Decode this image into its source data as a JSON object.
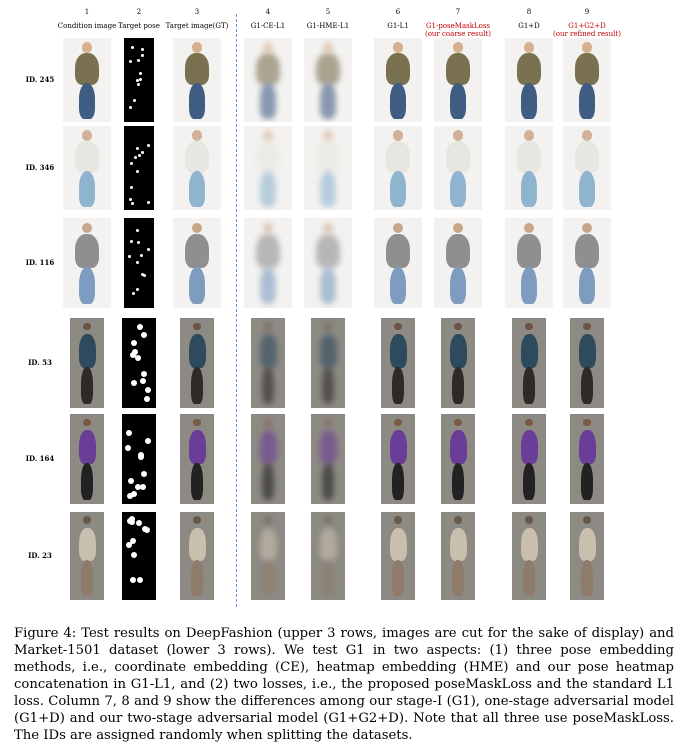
{
  "columns": [
    {
      "num": "1",
      "label": "Condition image",
      "red": false
    },
    {
      "num": "2",
      "label": "Target pose",
      "red": false
    },
    {
      "num": "3",
      "label": "Target image(GT)",
      "red": false
    },
    {
      "num": "4",
      "label": "G1-CE-L1",
      "red": false
    },
    {
      "num": "5",
      "label": "G1-HME-L1",
      "red": false
    },
    {
      "num": "6",
      "label": "G1-L1",
      "red": false
    },
    {
      "num": "7",
      "label": "G1-poseMaskLoss",
      "sub": "(our coarse result)",
      "red": true
    },
    {
      "num": "8",
      "label": "G1+D",
      "red": false
    },
    {
      "num": "9",
      "label": "G1+G2+D",
      "sub": "(our refined result)",
      "red": true
    }
  ],
  "rows": [
    {
      "id": "ID. 245",
      "dataset": "deepfashion"
    },
    {
      "id": "ID. 346",
      "dataset": "deepfashion"
    },
    {
      "id": "ID. 116",
      "dataset": "deepfashion"
    },
    {
      "id": "ID. 53",
      "dataset": "market1501"
    },
    {
      "id": "ID. 164",
      "dataset": "market1501"
    },
    {
      "id": "ID. 23",
      "dataset": "market1501"
    }
  ],
  "caption": "Figure 4: Test results on DeepFashion (upper 3 rows, images are cut for the sake of display) and Market-1501 dataset (lower 3 rows). We test G1 in two aspects: (1) three pose embedding methods, i.e., coordinate embedding (CE), heatmap embedding (HME) and our pose heatmap concatenation in G1-L1, and (2) two losses, i.e., the proposed poseMaskLoss and the standard L1 loss. Column 7, 8 and 9 show the differences among our stage-I (G1), one-stage adversarial model (G1+D) and our two-stage adversarial model (G1+G2+D). Note that all three use poseMaskLoss. The IDs are assigned randomly when splitting the datasets.",
  "colors": {
    "separator": "#6a8fcf",
    "highlight": "#c00000"
  }
}
